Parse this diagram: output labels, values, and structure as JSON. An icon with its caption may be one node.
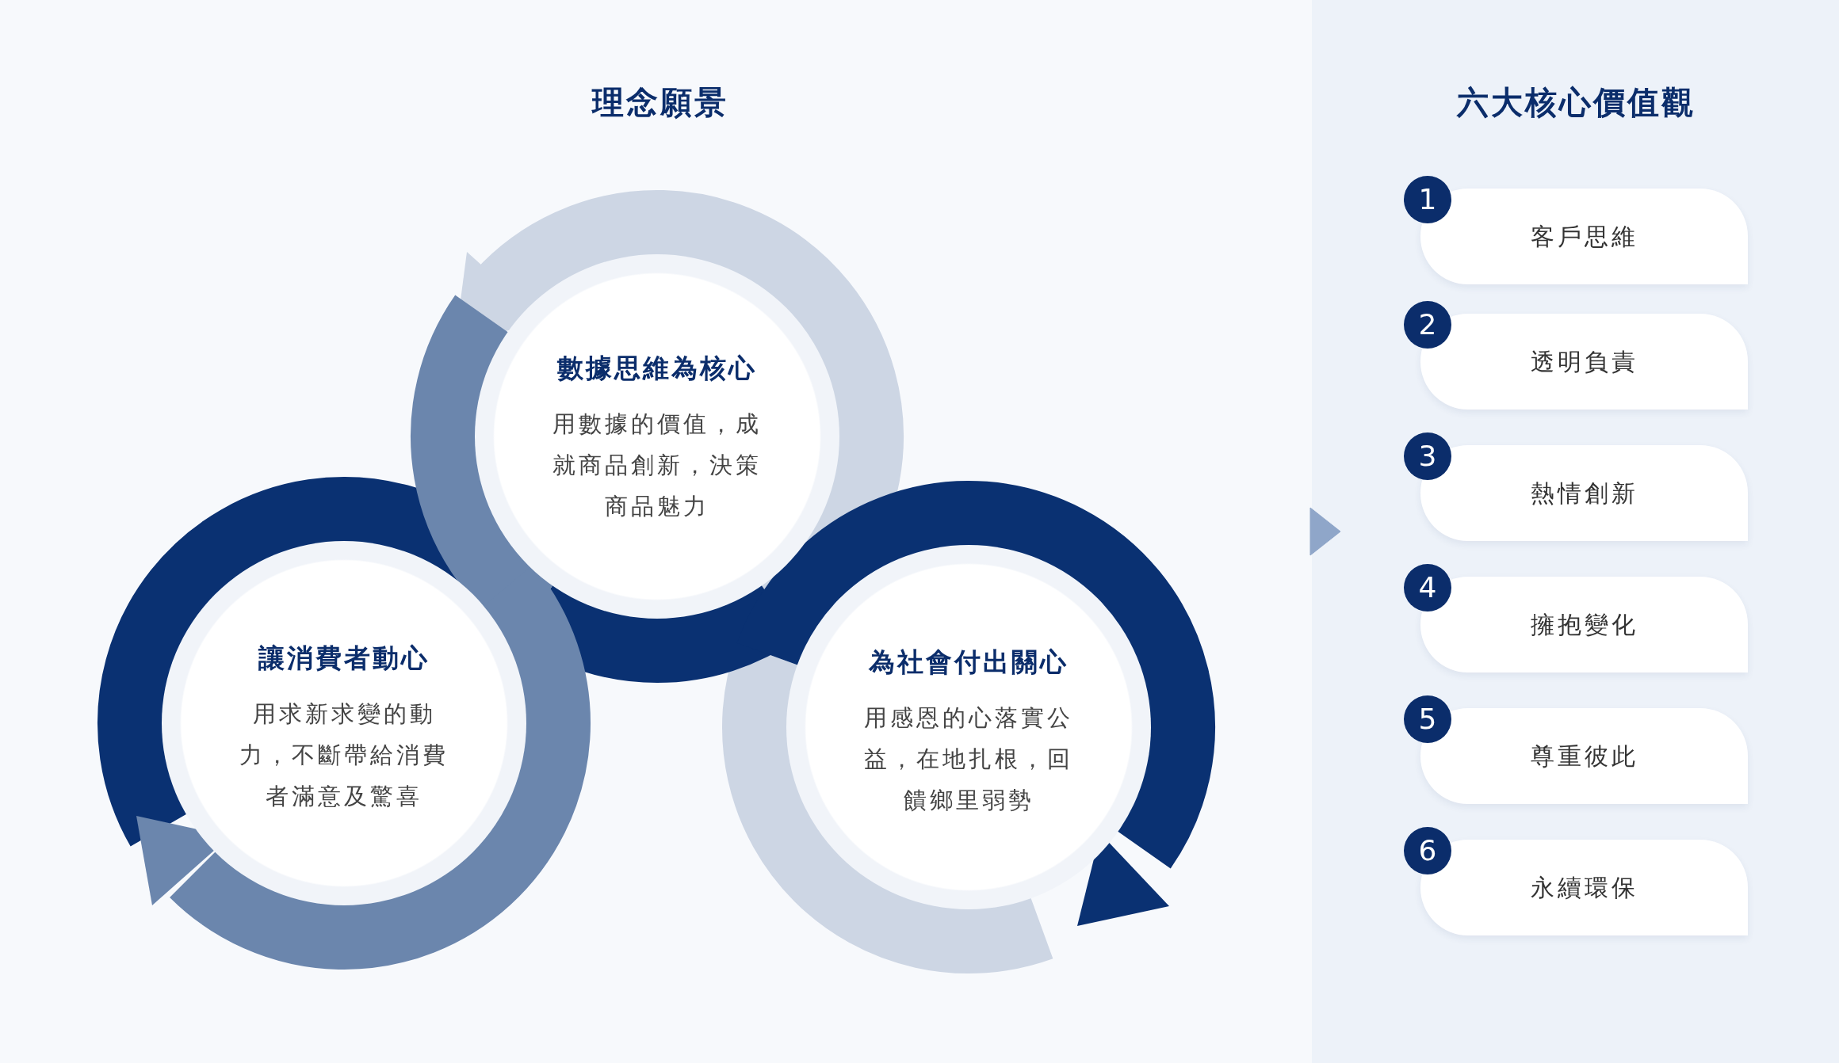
{
  "diagram": {
    "nodes": [
      {
        "text": [
          "理念願景"
        ]
      },
      {
        "text": [
          "數據思維為核心",
          "用數據的價值，成就商品創新，決策商品魅力"
        ],
        "in": 0
      },
      {
        "text": [
          "讓消費者動心",
          "用求新求變的動力，不斷帶給消費者滿意及驚喜"
        ],
        "in": 0
      },
      {
        "text": [
          "為社會付出關心",
          "用感恩的心落實公益，在地扎根，回饋鄉里弱勢"
        ],
        "in": 0
      },
      {
        "text": [
          "六大核心價值觀"
        ]
      },
      {
        "text": [
          "1",
          "客戶思維"
        ],
        "in": 4
      },
      {
        "text": [
          "2",
          "透明負責"
        ],
        "in": 4
      },
      {
        "text": [
          "3",
          "熱情創新"
        ],
        "in": 4
      },
      {
        "text": [
          "4",
          "擁抱變化"
        ],
        "in": 4
      },
      {
        "text": [
          "5",
          "尊重彼此"
        ],
        "in": 4
      },
      {
        "text": [
          "6",
          "永續環保"
        ],
        "in": 4
      }
    ],
    "edges": [
      {
        "from": 0,
        "to": 4,
        "arrow": "to",
        "color": "#8fa6c9"
      },
      {
        "from": 1,
        "to": 2,
        "arrow": "to",
        "color": "#6b86ad"
      },
      {
        "from": 1,
        "to": 3,
        "arrow": "to",
        "color": "#0a3172"
      },
      {
        "from": 3,
        "to": 1,
        "arrow": "to",
        "color": "#cdd6e4"
      }
    ]
  }
}
